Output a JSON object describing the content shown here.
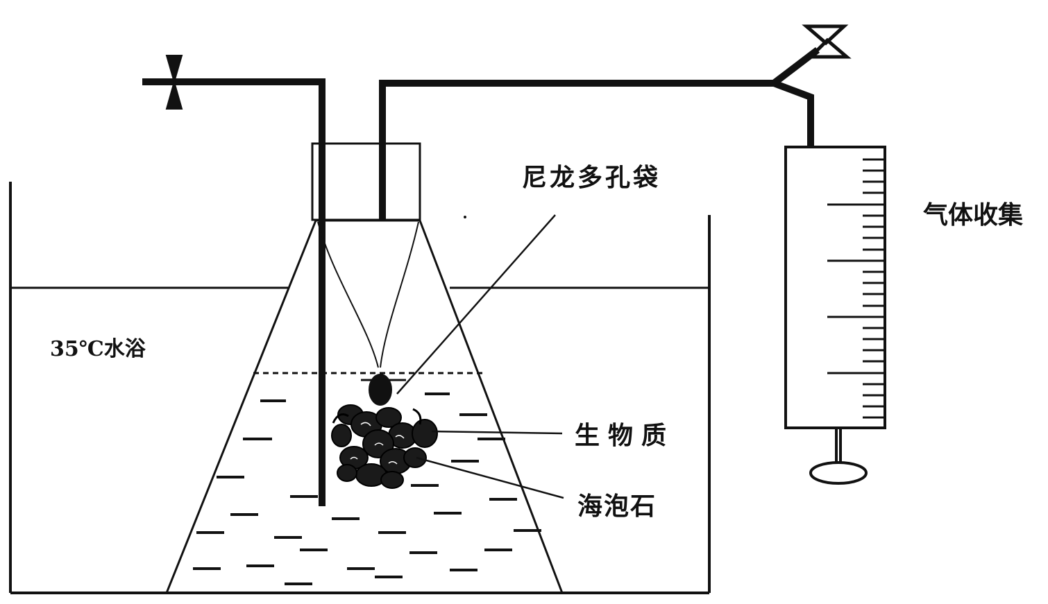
{
  "labels": {
    "water_bath": "35℃水浴",
    "nylon_bag": "尼龙多孔袋",
    "gas_collection": "气体收集",
    "biomass": "生物质",
    "sepiolite": "海泡石"
  },
  "colors": {
    "line": "#111111",
    "background": "#ffffff"
  }
}
